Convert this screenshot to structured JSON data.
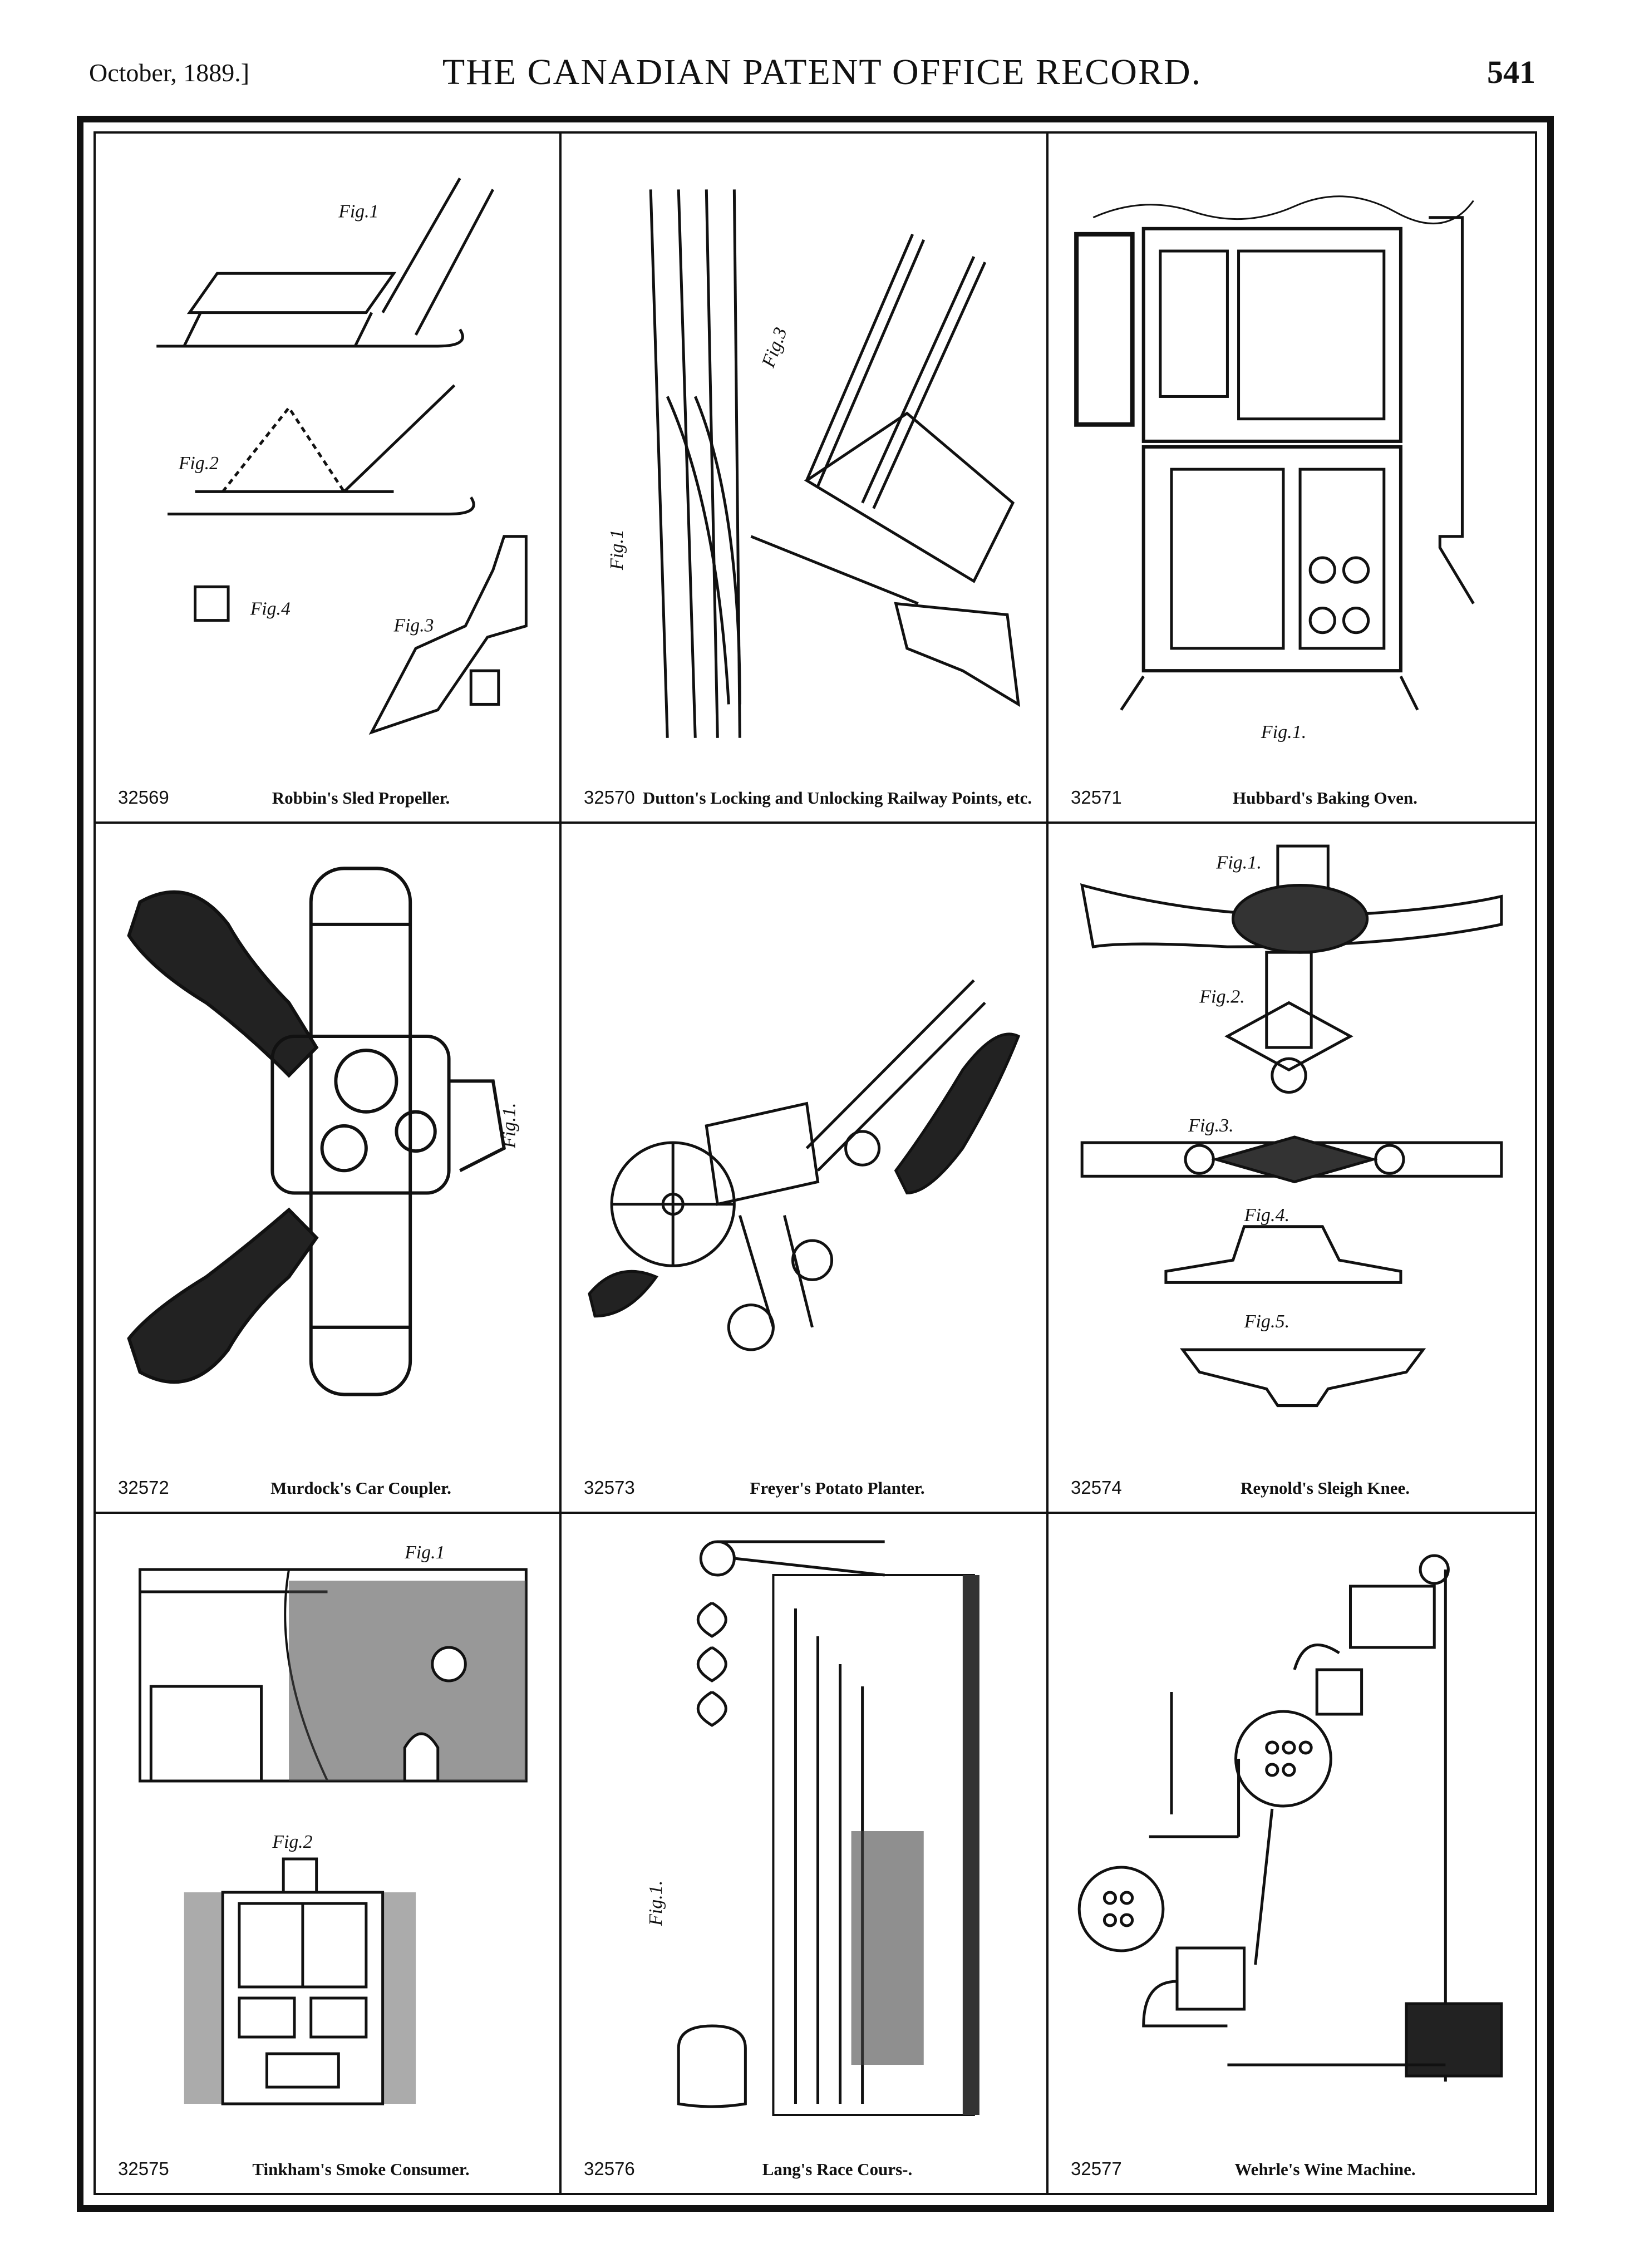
{
  "header": {
    "date": "October, 1889.]",
    "title": "THE CANADIAN PATENT OFFICE RECORD.",
    "page_number": "541"
  },
  "figures": [
    {
      "number": "32569",
      "title": "Robbin's Sled Propeller.",
      "labels": [
        "Fig.1",
        "Fig.2",
        "Fig.3",
        "Fig.4"
      ]
    },
    {
      "number": "32570",
      "title": "Dutton's Locking and Unlocking Railway Points, etc.",
      "labels": [
        "Fig.1",
        "Fig.3"
      ]
    },
    {
      "number": "32571",
      "title": "Hubbard's Baking Oven.",
      "labels": [
        "Fig.1."
      ]
    },
    {
      "number": "32572",
      "title": "Murdock's Car Coupler.",
      "labels": [
        "Fig.1."
      ]
    },
    {
      "number": "32573",
      "title": "Freyer's Potato Planter.",
      "labels": []
    },
    {
      "number": "32574",
      "title": "Reynold's Sleigh Knee.",
      "labels": [
        "Fig.1.",
        "Fig.2.",
        "Fig.3.",
        "Fig.4.",
        "Fig.5."
      ]
    },
    {
      "number": "32575",
      "title": "Tinkham's Smoke Consumer.",
      "labels": [
        "Fig.1",
        "Fig.2"
      ]
    },
    {
      "number": "32576",
      "title": "Lang's Race Cours-.",
      "labels": [
        "Fig.1."
      ]
    },
    {
      "number": "32577",
      "title": "Wehrle's Wine Machine.",
      "labels": []
    }
  ]
}
